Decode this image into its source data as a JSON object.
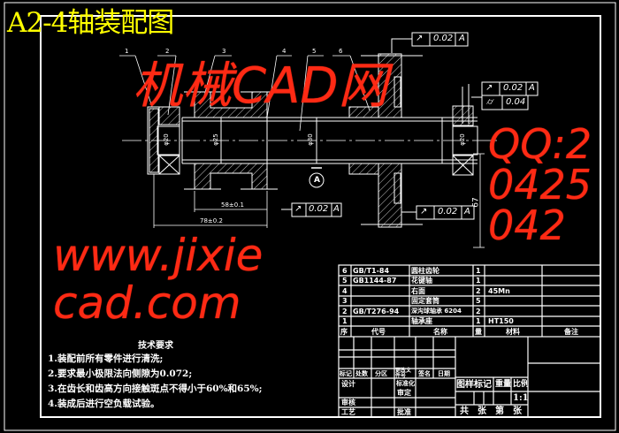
{
  "drawing": {
    "title": "A2-4轴装配图",
    "part_labels": [
      "1",
      "2",
      "3",
      "4",
      "5",
      "6"
    ],
    "dimensions": {
      "d1": "58±0.1",
      "d2": "78±0.2",
      "d3": "67"
    },
    "diameter_labels": [
      "φ20",
      "φ25",
      "φ30",
      "φ20"
    ],
    "datum": "A",
    "tolerances": [
      {
        "symbol": "↗",
        "value": "0.02",
        "datum": "A"
      },
      {
        "symbol": "↗",
        "value": "0.02",
        "datum": "A"
      },
      {
        "symbol": "⌭",
        "value": "0.04"
      },
      {
        "symbol": "↗",
        "value": "0.02",
        "datum": "A"
      },
      {
        "symbol": "↗",
        "value": "0.02",
        "datum": "A"
      }
    ]
  },
  "notes": {
    "heading": "技术要求",
    "items": [
      "1.装配前所有零件进行清洗;",
      "2.要求最小极限法向侧隙为0.072;",
      "3.在齿长和齿高方向接触斑点不得小于60%和65%;",
      "4.装成后进行空负载试验。"
    ]
  },
  "parts_list": {
    "rows": [
      {
        "no": "6",
        "code": "GB/T1-84",
        "name": "圆柱齿轮",
        "qty": "1",
        "material": "",
        "remark": ""
      },
      {
        "no": "5",
        "code": "GB1144-87",
        "name": "花键轴",
        "qty": "1",
        "material": "",
        "remark": ""
      },
      {
        "no": "4",
        "code": "",
        "name": "右面",
        "qty": "2",
        "material": "45Mn",
        "remark": ""
      },
      {
        "no": "3",
        "code": "",
        "name": "固定套筒",
        "qty": "5",
        "material": "",
        "remark": ""
      },
      {
        "no": "2",
        "code": "GB/T276-94",
        "name": "深沟球轴承 6204",
        "qty": "2",
        "material": "",
        "remark": ""
      },
      {
        "no": "1",
        "code": "",
        "name": "轴承座",
        "qty": "1",
        "material": "HT150",
        "remark": ""
      }
    ],
    "header": {
      "no": "序",
      "code": "代号",
      "name": "名称",
      "qty": "量",
      "material": "材料",
      "remark": "备注"
    }
  },
  "title_block": {
    "revision_header": [
      "标记",
      "处数",
      "分区",
      "更改文件号",
      "签名",
      "日期"
    ],
    "design": "设计",
    "standardization": "标准化",
    "review": "审核",
    "process": "工艺",
    "approve": "批准",
    "approval2": "审定",
    "drawing_mark": "图样标记",
    "weight": "重量",
    "scale_label": "比例",
    "scale": "1:1",
    "sheets": "共　张　第　张"
  },
  "watermark": {
    "line1": "机械CAD网",
    "line2": "www.jixiecad.com",
    "line3": "QQ:20425042"
  },
  "colors": {
    "background": "#000000",
    "lines": "#ffffff",
    "title": "#ffff00",
    "watermark": "#ff2a14"
  }
}
